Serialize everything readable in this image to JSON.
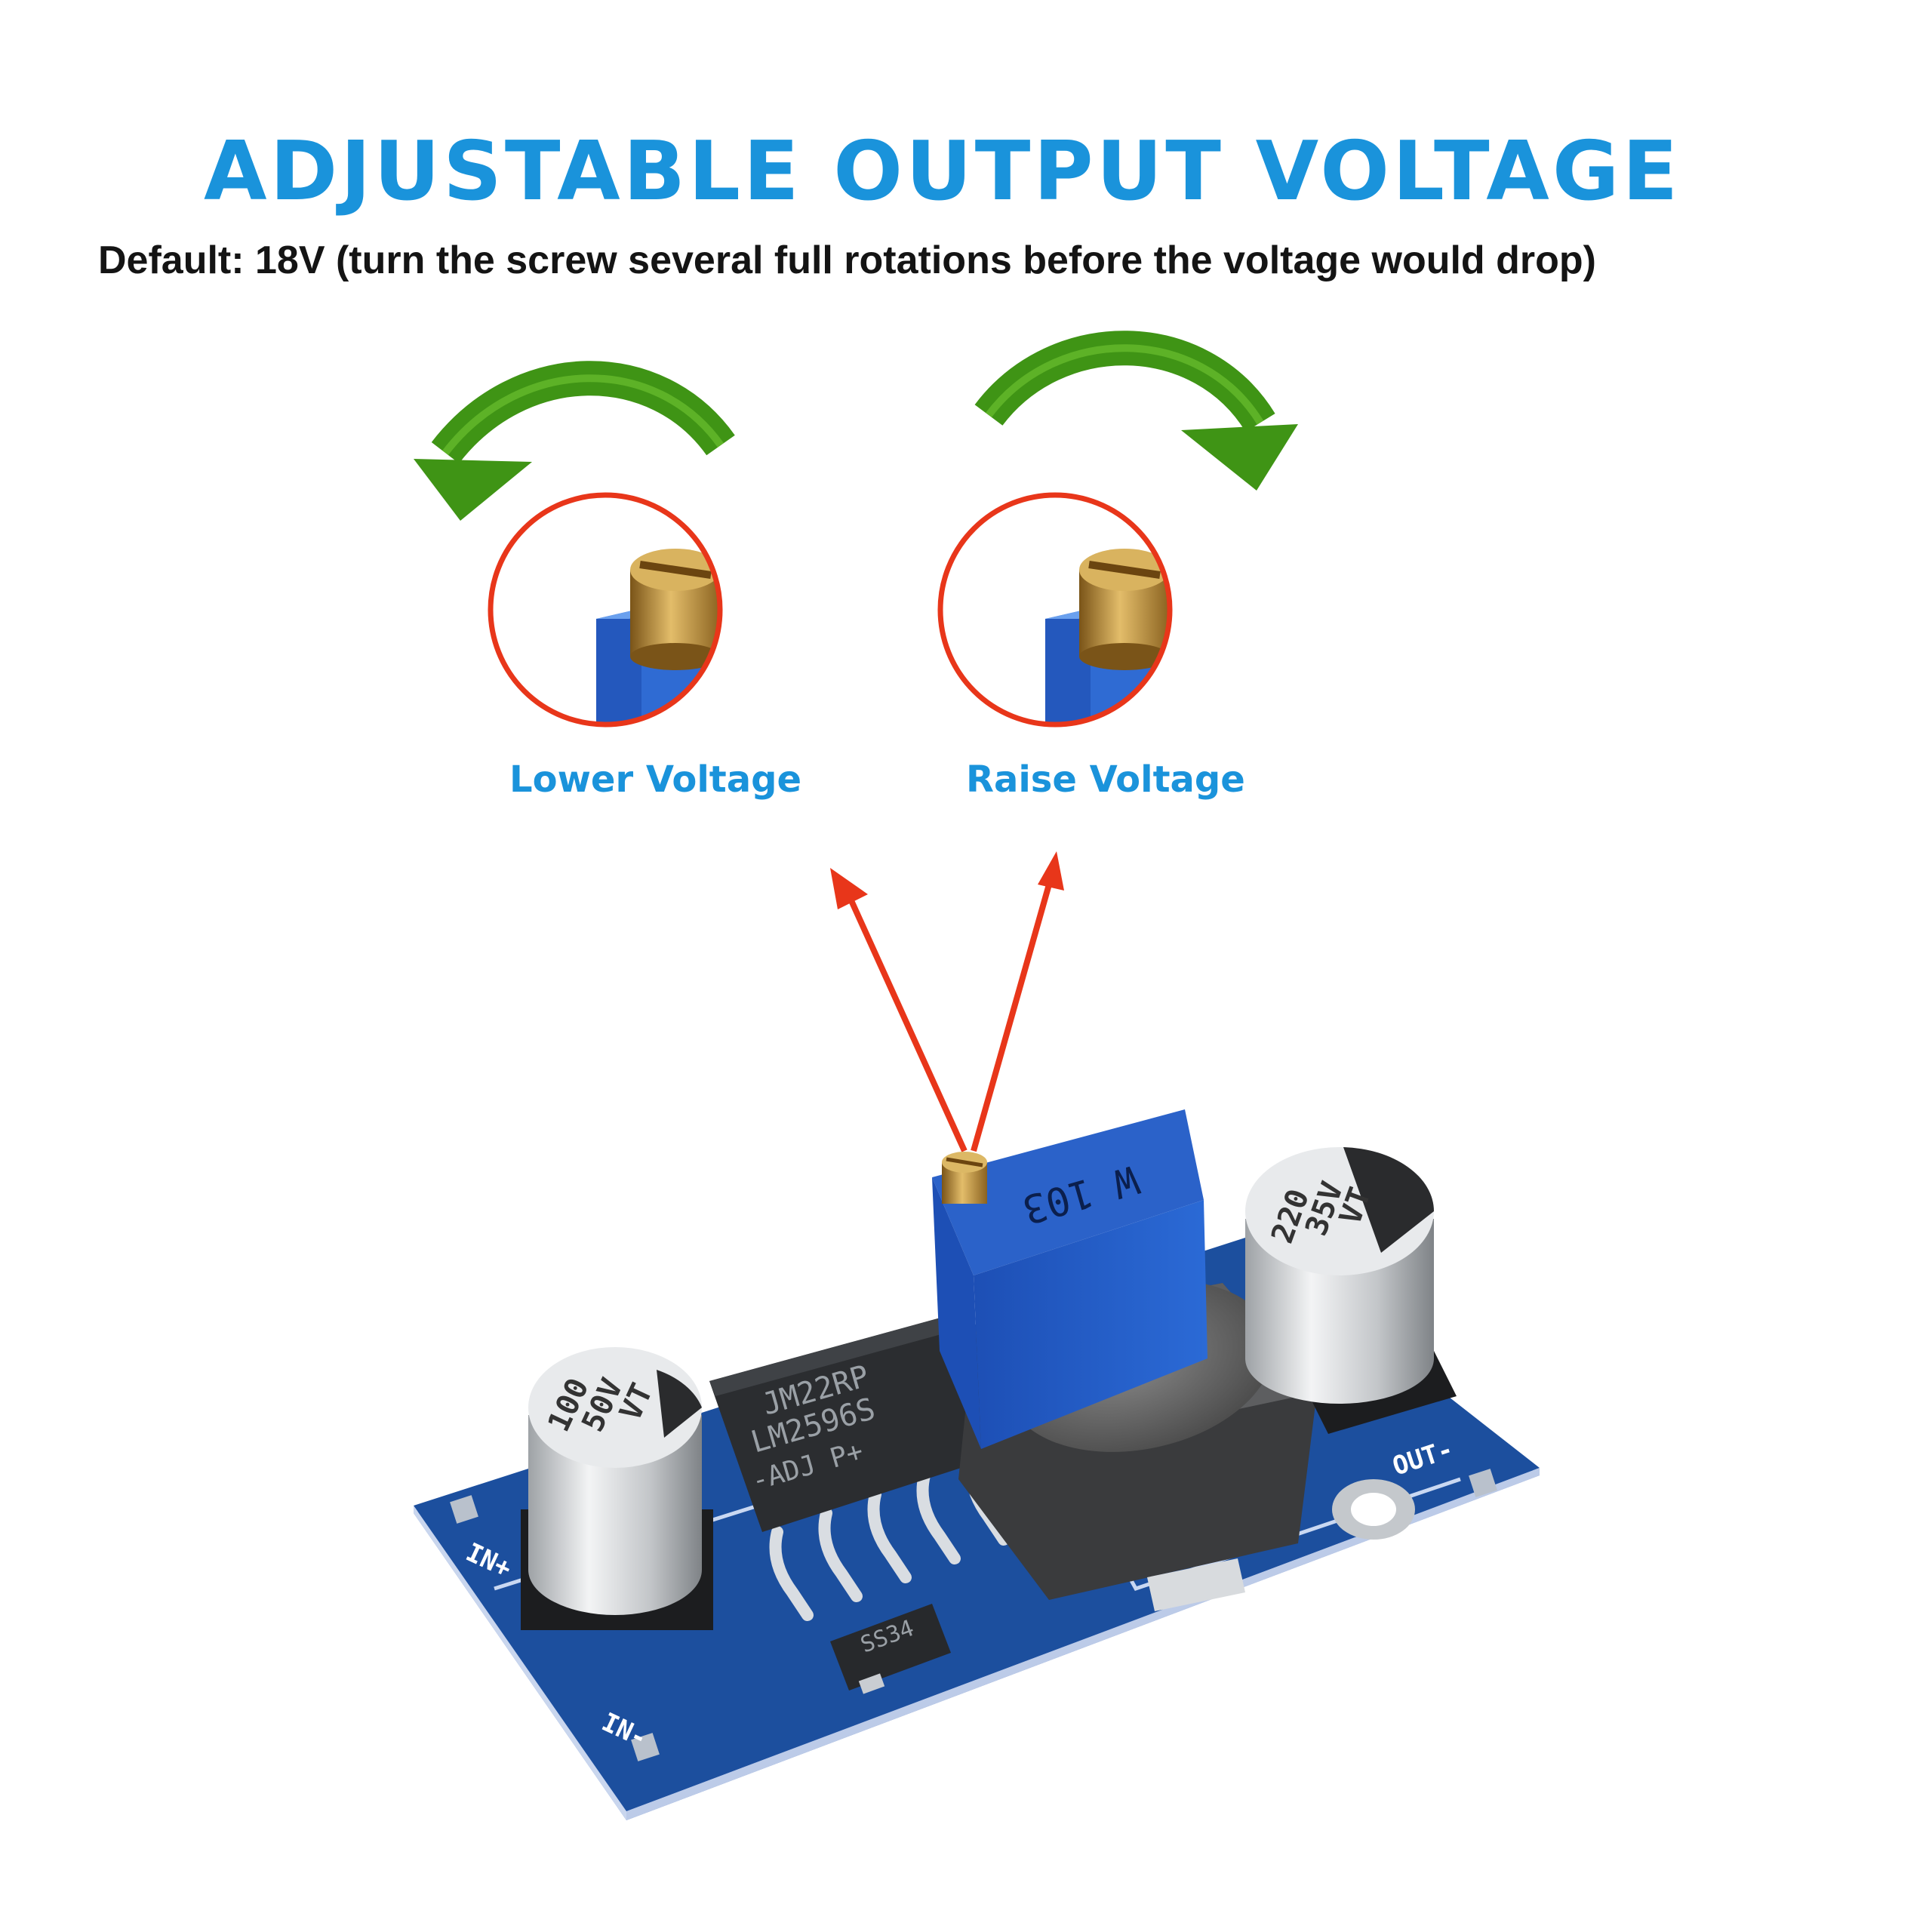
{
  "heading": "ADJUSTABLE OUTPUT VOLTAGE",
  "subheading": "Default: 18V (turn the screw several full rotations before the voltage would drop)",
  "labels": {
    "lower": "Lower Voltage",
    "raise": "Raise Voltage"
  },
  "board": {
    "regulator_lines": [
      "JM22RP",
      "LM2596S",
      "-ADJ  P+"
    ],
    "trimpot_marking": "W 103",
    "input_cap": [
      "100",
      "50V",
      "VT"
    ],
    "output_cap": [
      "220",
      "35V",
      "VT"
    ],
    "diode_marking": "SS34",
    "pins": {
      "in_plus": "IN+",
      "in_minus": "IN-",
      "out_minus": "OUT-"
    }
  },
  "colors": {
    "accent_blue": "#1a93db",
    "arrow_green": "#3f9415",
    "arrow_red": "#e8361a",
    "pcb_blue": "#1c4f9e"
  }
}
